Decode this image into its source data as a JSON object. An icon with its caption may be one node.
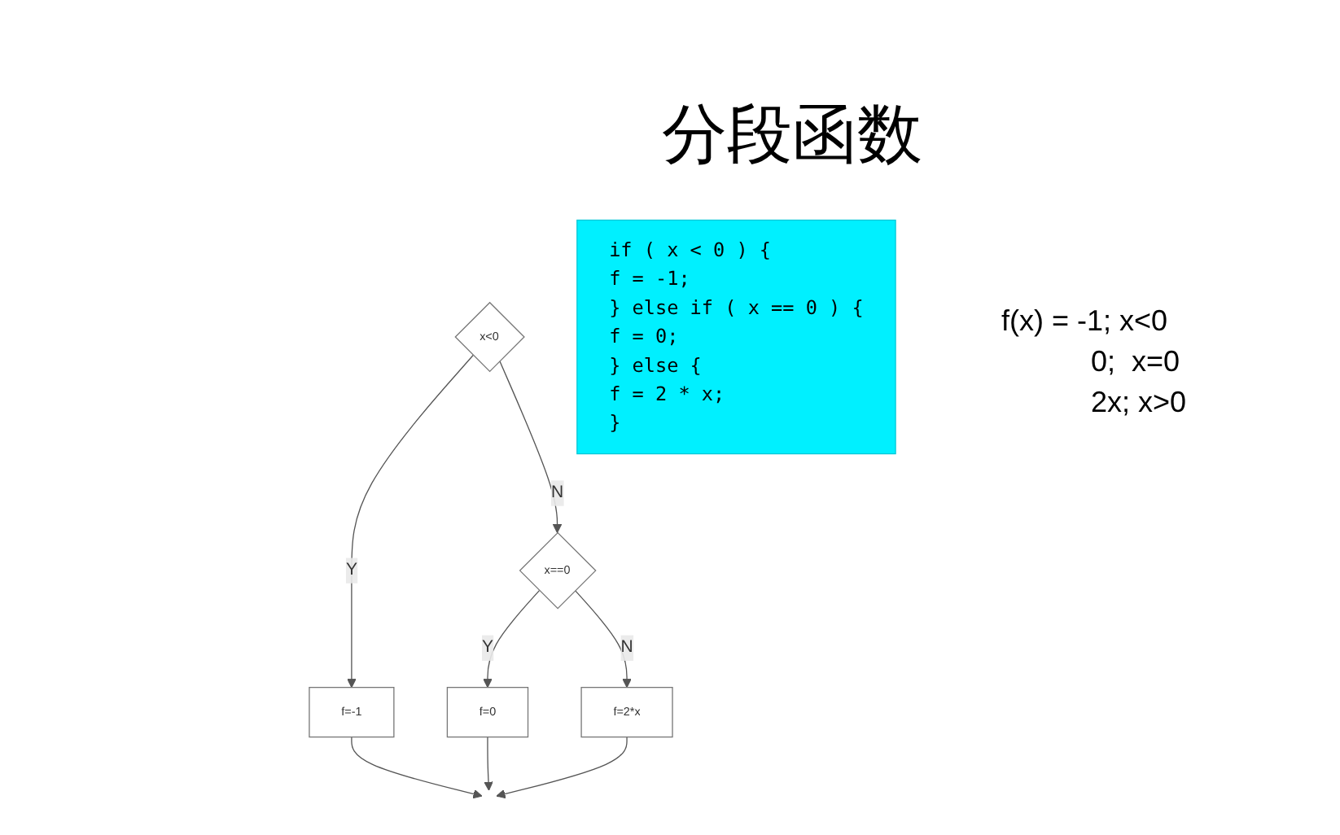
{
  "diagram": {
    "title": "分段函数",
    "nodes": [
      {
        "text": [
          "if ( x < 0 ) {",
          "f = -1;",
          "} else if ( x == 0 ) {",
          "f = 0;",
          "} else {",
          "f = 2 * x;",
          "}"
        ]
      },
      {
        "text": [
          "x<0"
        ]
      },
      {
        "text": [
          "f=-1"
        ]
      },
      {
        "text": [
          "x==0"
        ]
      },
      {
        "text": [
          "f=0"
        ]
      },
      {
        "text": [
          "f=2*x"
        ]
      }
    ],
    "edges": [
      {
        "from": 1,
        "to": 2,
        "arrow": "to",
        "label": "Y"
      },
      {
        "from": 1,
        "to": 3,
        "arrow": "to",
        "label": "N"
      },
      {
        "from": 3,
        "to": 4,
        "arrow": "to",
        "label": "Y"
      },
      {
        "from": 3,
        "to": 5,
        "arrow": "to",
        "label": "N"
      },
      {
        "from": 2,
        "to": null,
        "arrow": "to"
      },
      {
        "from": 4,
        "to": null,
        "arrow": "to"
      },
      {
        "from": 5,
        "to": null,
        "arrow": "to"
      }
    ],
    "labels": [
      "f(x) = -1; x<0",
      "0;  x=0",
      "2x; x>0"
    ]
  }
}
